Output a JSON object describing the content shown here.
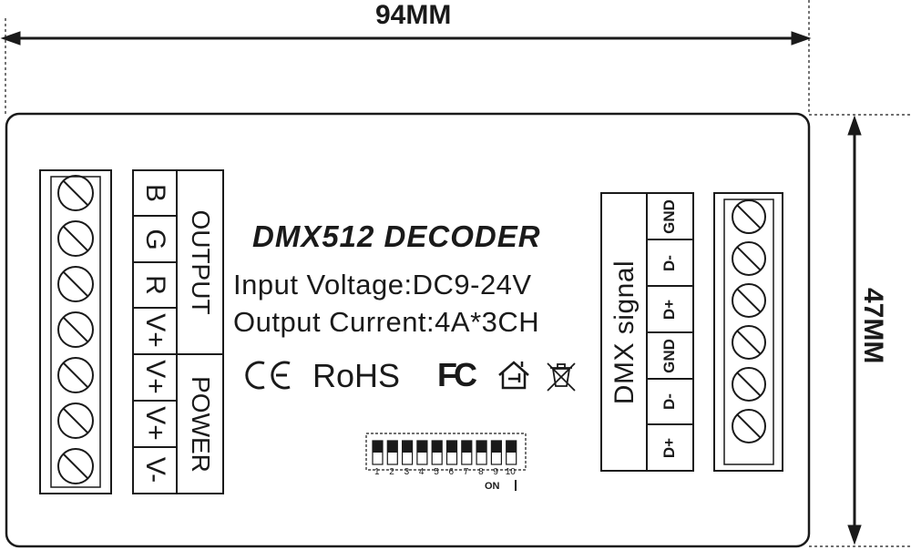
{
  "dimensions": {
    "width_label": "94MM",
    "height_label": "47MM"
  },
  "title": "DMX512 DECODER",
  "specs": {
    "input": "Input Voltage:DC9-24V",
    "output": "Output Current:4A*3CH"
  },
  "certifications": {
    "ce": "CE",
    "rohs": "RoHS",
    "fc": "FC"
  },
  "output_group": {
    "label": "OUTPUT",
    "pins": [
      "B",
      "G",
      "R",
      "V+"
    ]
  },
  "power_group": {
    "label": "POWER",
    "pins": [
      "V+",
      "V+",
      "V-"
    ]
  },
  "dmx_group": {
    "label": "DMX signal",
    "pins": [
      "GND",
      "D-",
      "D+",
      "GND",
      "D-",
      "D+"
    ]
  },
  "dip_switch": {
    "numbers": [
      "1",
      "2",
      "3",
      "4",
      "5",
      "6",
      "7",
      "8",
      "9",
      "10"
    ],
    "on_label": "ON"
  },
  "icons": [
    "ce-mark",
    "rohs-mark",
    "fcc-mark",
    "indoor-use-icon",
    "weee-bin-icon"
  ]
}
